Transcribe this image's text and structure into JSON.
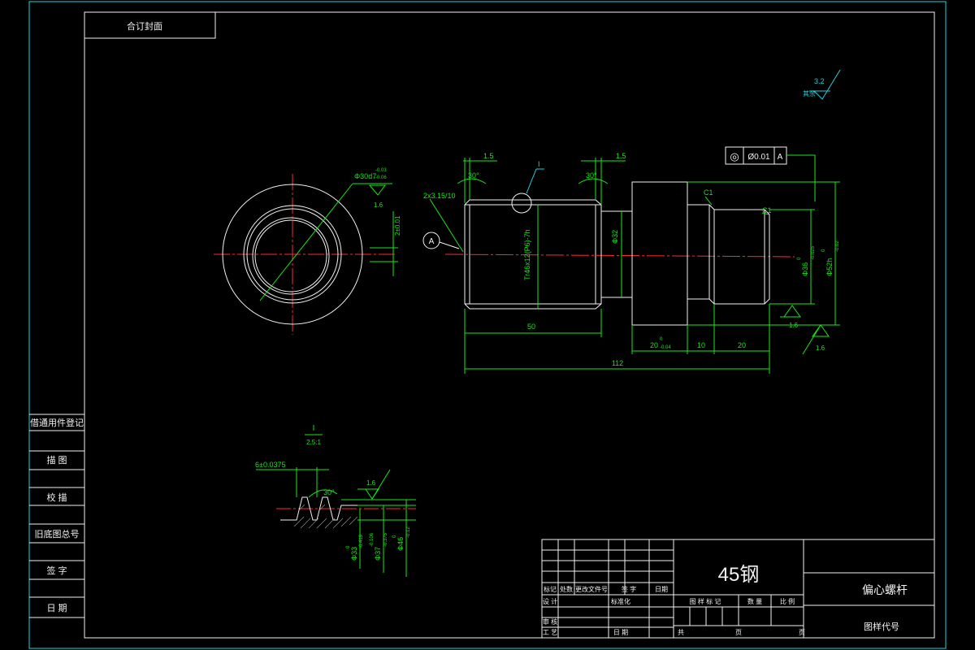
{
  "title_block": {
    "drawing_name": "偏心螺杆",
    "material": "45钢",
    "drawing_code_label": "图样代号",
    "corner_label": "合订封面",
    "row_labels": [
      "标记",
      "处数",
      "更改文件号",
      "签 字",
      "日期"
    ],
    "designer_label": "设 计",
    "standard_label": "标准化",
    "review_label": "审 核",
    "process_label": "工 艺",
    "date_label": "日 期",
    "stage_labels": [
      "图 样 标 记",
      "数 量",
      "比 例"
    ],
    "sheet_total": "共",
    "sheet_no": "页",
    "sheet_of": "页"
  },
  "side_block": {
    "labels": [
      "借通用件登记",
      "描 图",
      "校 描",
      "旧底图总号",
      "签 字",
      "日 期"
    ]
  },
  "dimensions": {
    "chamfer_left": "1.5",
    "chamfer_right": "1.5",
    "angle_left": "30°",
    "angle_right": "30°",
    "center_hole": "2x3.15/10",
    "thread": "Tr46x12(P6)-7h",
    "neck_dia": "Φ32",
    "thread_length": "50",
    "total_length": "112",
    "flange_len": "20",
    "flange_tol_up": "0",
    "flange_tol_dn": "-0.04",
    "len_10": "10",
    "len_20": "20",
    "chamfer_c1_a": "C1",
    "chamfer_c1_b": "C1",
    "dia_36": "Φ36",
    "dia_36_tol_up": "0",
    "dia_36_tol_dn": "-0.025",
    "dia_52": "Φ52h",
    "dia_52_tol_up": "0",
    "dia_52_tol_dn": "-0.02",
    "roughness_right_1": "1.6",
    "roughness_right_2": "1.6",
    "roughness_general": "3.2",
    "roughness_general_note": "其余",
    "tolerance_frame": {
      "symbol": "◎",
      "value": "Ø0.01",
      "datum": "A"
    },
    "datum_label": "A",
    "detail_ref": "I",
    "circle_dim": "Φ30d7",
    "circle_tol_up": "-0.03",
    "circle_tol_dn": "-0.06",
    "circle_roughness": "1.6",
    "eccentric": "2±0.01"
  },
  "detail": {
    "label": "I",
    "scale": "2.5:1",
    "pitch": "6±0.0375",
    "angle": "30°",
    "roughness": "1.6",
    "dia_33": "Φ33",
    "dia_33_tol_up": "0",
    "dia_33_tol_dn": "-0.419",
    "dia_37": "Φ37",
    "dia_37_tol_up": "-0.106",
    "dia_37_tol_dn": "-0.375",
    "dia_46": "Φ46",
    "dia_46_tol_up": "0",
    "dia_46_tol_dn": "-0.12"
  }
}
